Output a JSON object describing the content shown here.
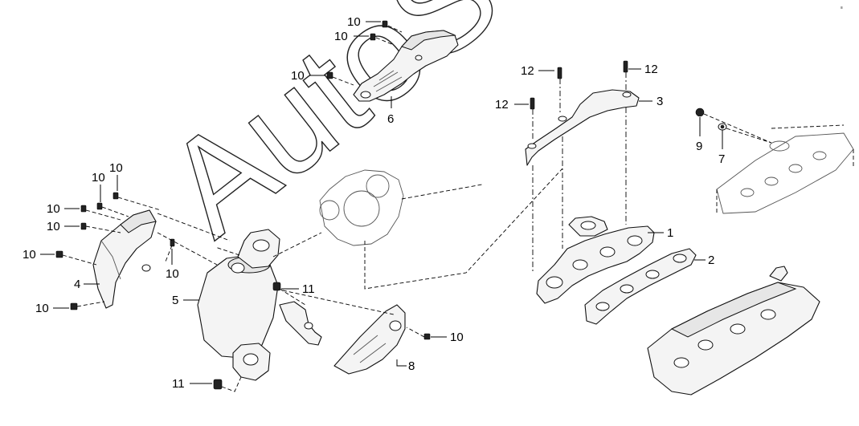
{
  "corner_mark": "≡",
  "watermark": "AutoSoft",
  "callouts": {
    "c10a": "10",
    "c10b": "10",
    "c10c": "10",
    "c12a": "12",
    "c12b": "12",
    "c12c": "12",
    "c3": "3",
    "c6": "6",
    "c9": "9",
    "c7": "7",
    "c10d": "10",
    "c10e": "10",
    "c10f": "10",
    "c10g": "10",
    "c10h": "10",
    "c10i": "10",
    "c10j": "10",
    "c10k": "10",
    "c1": "1",
    "c2": "2",
    "c4": "4",
    "c5": "5",
    "c8": "8",
    "c11a": "11",
    "c11b": "11"
  }
}
